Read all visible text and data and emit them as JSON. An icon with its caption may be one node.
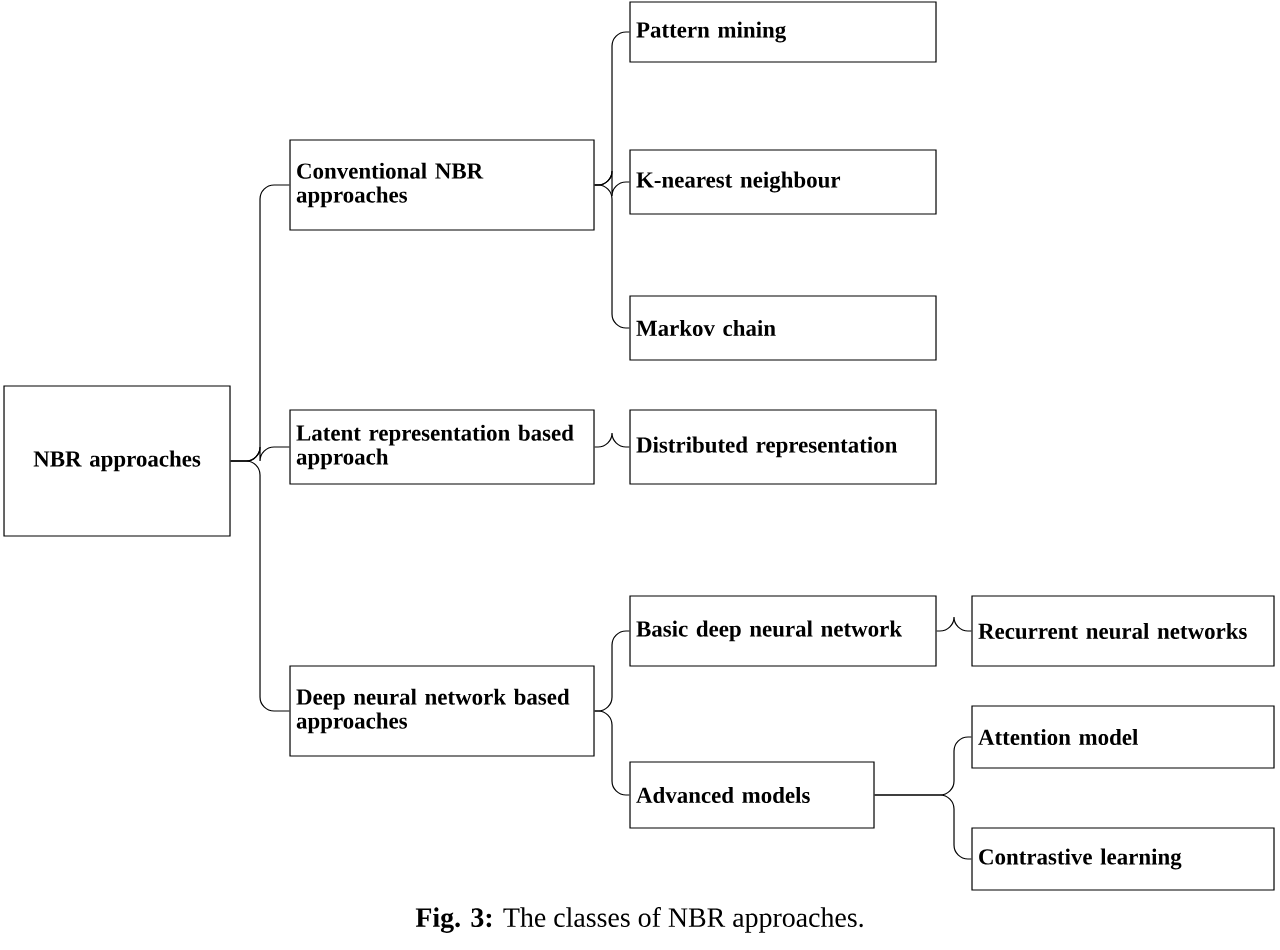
{
  "diagram": {
    "caption": "**Fig. 3:** The classes of NBR approaches.",
    "nodes": [
      {
        "text": [
          "NBR approaches"
        ]
      },
      {
        "text": [
          "Conventional NBR approaches"
        ]
      },
      {
        "text": [
          "Latent representation based approach"
        ]
      },
      {
        "text": [
          "Deep neural network based approaches"
        ]
      },
      {
        "text": [
          "Pattern mining"
        ]
      },
      {
        "text": [
          "K-nearest neighbour"
        ]
      },
      {
        "text": [
          "Markov chain"
        ]
      },
      {
        "text": [
          "Distributed representation"
        ]
      },
      {
        "text": [
          "Basic deep neural network"
        ]
      },
      {
        "text": [
          "Advanced models"
        ]
      },
      {
        "text": [
          "Recurrent neural networks"
        ]
      },
      {
        "text": [
          "Attention model"
        ]
      },
      {
        "text": [
          "Contrastive learning"
        ]
      }
    ],
    "edges": [
      {
        "from": 0,
        "to": 1,
        "arrow": "none"
      },
      {
        "from": 0,
        "to": 2,
        "arrow": "none"
      },
      {
        "from": 0,
        "to": 3,
        "arrow": "none"
      },
      {
        "from": 1,
        "to": 4,
        "arrow": "none"
      },
      {
        "from": 1,
        "to": 5,
        "arrow": "none"
      },
      {
        "from": 1,
        "to": 6,
        "arrow": "none"
      },
      {
        "from": 2,
        "to": 7,
        "arrow": "none"
      },
      {
        "from": 3,
        "to": 8,
        "arrow": "none"
      },
      {
        "from": 3,
        "to": 9,
        "arrow": "none"
      },
      {
        "from": 8,
        "to": 10,
        "arrow": "none"
      },
      {
        "from": 9,
        "to": 11,
        "arrow": "none"
      },
      {
        "from": 9,
        "to": 12,
        "arrow": "none"
      }
    ]
  }
}
